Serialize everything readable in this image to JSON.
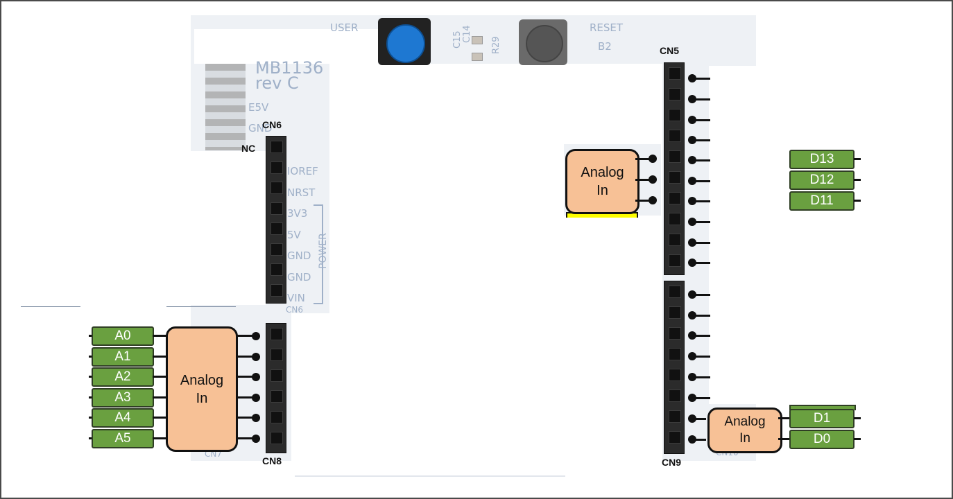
{
  "board": {
    "user_label": "USER",
    "reset_label": "RESET",
    "b2_label": "B2",
    "cap_labels": [
      "C15",
      "C14",
      "R29"
    ],
    "model": "MB1136",
    "revision": "rev C",
    "e5v": "E5V",
    "gnd": "GND",
    "nc": "NC",
    "power_label": "POWER",
    "cn6_pins": [
      "IOREF",
      "NRST",
      "3V3",
      "5V",
      "GND",
      "GND",
      "VIN"
    ],
    "cn6_sub": "CN6",
    "cn7_sub": "CN7",
    "cn10_sub": "CN10"
  },
  "headers": {
    "cn6": "CN6",
    "cn8": "CN8",
    "cn5": "CN5",
    "cn9": "CN9"
  },
  "left_group": {
    "pins": [
      "A0",
      "A1",
      "A2",
      "A3",
      "A4",
      "A5"
    ],
    "analog_line1": "Analog",
    "analog_line2": "In"
  },
  "right_top": {
    "analog_line1": "Analog",
    "analog_line2": "In",
    "pins": [
      "D13",
      "D12",
      "D11"
    ]
  },
  "right_bottom": {
    "analog_line1": "Analog",
    "analog_line2": "In",
    "pins": [
      "D1",
      "D0"
    ]
  },
  "colors": {
    "pin_green": "#6aa040",
    "analog_orange": "#f7c196",
    "header_black": "#2b2b2b",
    "user_button_blue": "#1e78d2",
    "highlight_yellow": "#ffff00"
  }
}
